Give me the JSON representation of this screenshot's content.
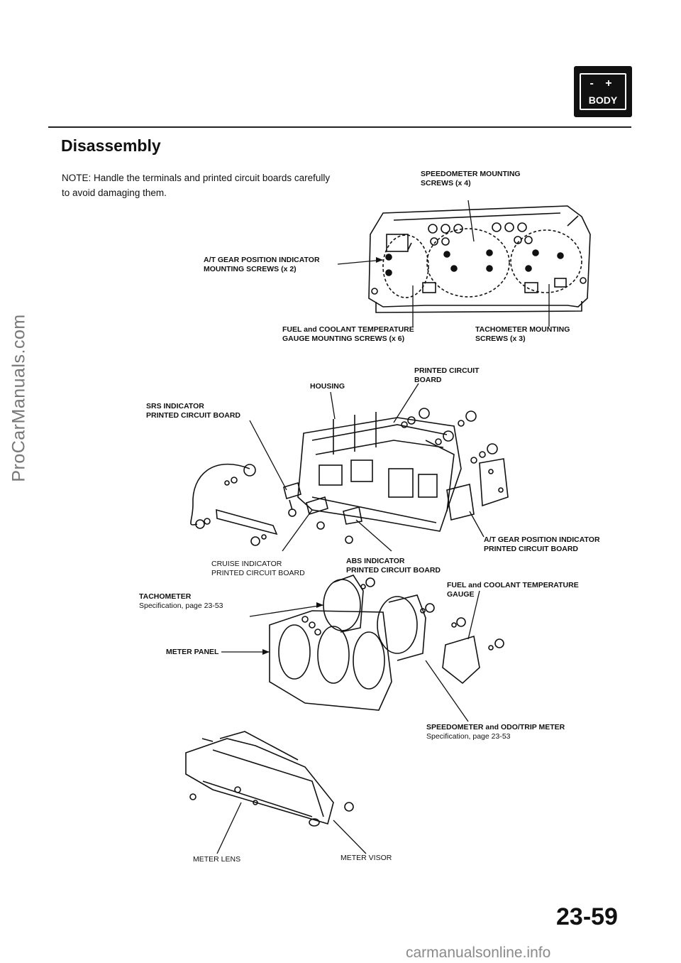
{
  "watermark_side": "ProCarManuals.com",
  "badge": {
    "signs": "- +",
    "word": "BODY"
  },
  "title": "Disassembly",
  "note": "NOTE: Handle the terminals and printed circuit boards carefully to avoid damaging them.",
  "labels": {
    "speedo_screws": [
      "SPEEDOMETER MOUNTING",
      "SCREWS (x 4)"
    ],
    "at_gear_screws": [
      "A/T GEAR POSITION INDICATOR",
      "MOUNTING SCREWS (x 2)"
    ],
    "fuel_screws": [
      "FUEL and COOLANT TEMPERATURE",
      "GAUGE MOUNTING SCREWS (x 6)"
    ],
    "tacho_screws": [
      "TACHOMETER MOUNTING",
      "SCREWS (x 3)"
    ],
    "printed_circuit_board": [
      "PRINTED CIRCUIT",
      "BOARD"
    ],
    "housing": "HOUSING",
    "srs_board": [
      "SRS INDICATOR",
      "PRINTED CIRCUIT BOARD"
    ],
    "at_gear_board": [
      "A/T GEAR POSITION INDICATOR",
      "PRINTED CIRCUIT BOARD"
    ],
    "cruise_board": [
      "CRUISE INDICATOR",
      "PRINTED CIRCUIT BOARD"
    ],
    "abs_board": [
      "ABS INDICATOR",
      "PRINTED CIRCUIT BOARD"
    ],
    "tachometer": {
      "name": "TACHOMETER",
      "spec": "Specification, page 23-53"
    },
    "fuel_gauge": [
      "FUEL and COOLANT TEMPERATURE",
      "GAUGE"
    ],
    "meter_panel": "METER PANEL",
    "speedometer": {
      "name": "SPEEDOMETER and ODO/TRIP METER",
      "spec": "Specification, page 23-53"
    },
    "meter_lens": "METER LENS",
    "meter_visor": "METER VISOR"
  },
  "page_number": "23-59",
  "footer_watermark": "carmanualsonline.info"
}
